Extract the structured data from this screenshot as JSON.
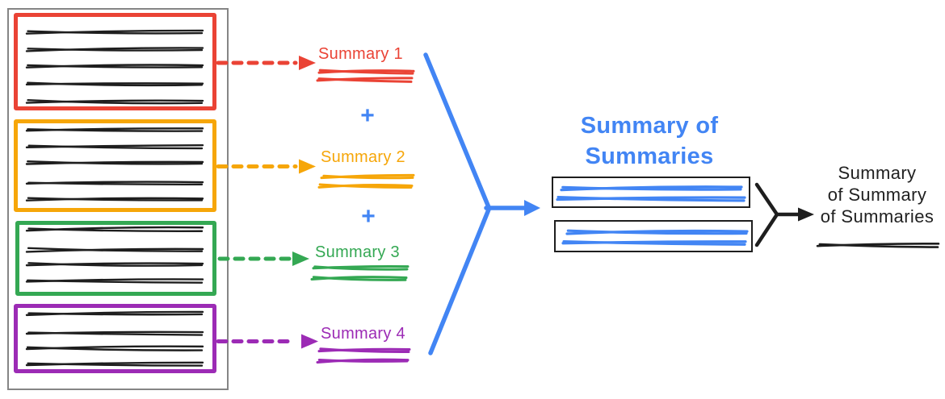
{
  "diagram": {
    "colors": {
      "red": "#EA4335",
      "orange": "#F6A609",
      "green": "#34A853",
      "purple": "#9C2BB5",
      "blue": "#4285F4",
      "ink": "#1E1E1E",
      "panel_gray": "#858585"
    },
    "source_document": {
      "sections": [
        {
          "id": 1,
          "color": "#EA4335",
          "text_lines": 5
        },
        {
          "id": 2,
          "color": "#F6A609",
          "text_lines": 5
        },
        {
          "id": 3,
          "color": "#34A853",
          "text_lines": 4
        },
        {
          "id": 4,
          "color": "#9C2BB5",
          "text_lines": 4
        }
      ]
    },
    "summaries": [
      {
        "label": "Summary 1",
        "color": "#EA4335"
      },
      {
        "label": "Summary 2",
        "color": "#F6A609"
      },
      {
        "label": "Summary 3",
        "color": "#34A853"
      },
      {
        "label": "Summary 4",
        "color": "#9C2BB5"
      }
    ],
    "plus": "+",
    "sos": {
      "title": "Summary of Summaries",
      "color": "#4285F4",
      "boxes": 2
    },
    "final": {
      "full_text": "Summary of Summary of Summaries",
      "lines": [
        "Summary",
        "of Summary",
        "of Summaries"
      ]
    }
  }
}
